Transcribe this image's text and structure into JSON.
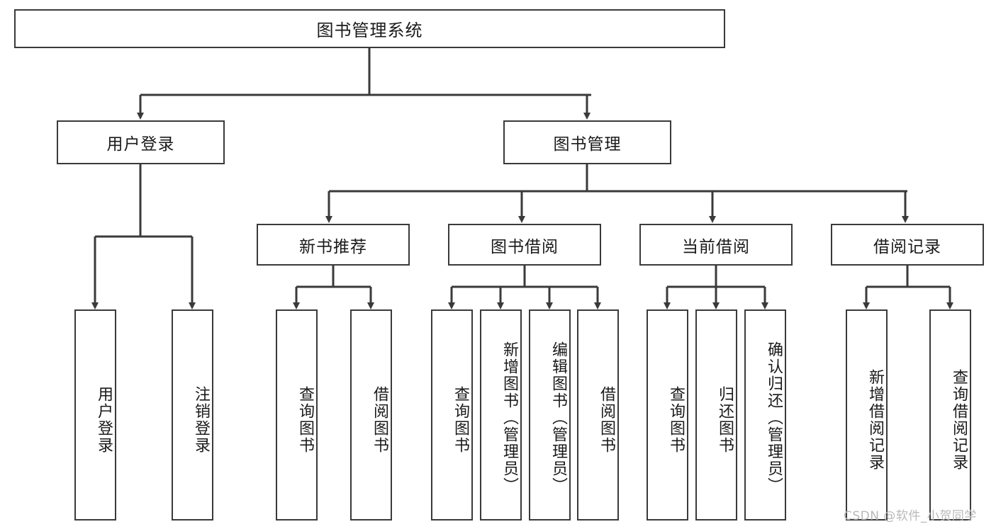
{
  "diagram": {
    "title_node": {
      "label": "图书管理系统"
    },
    "level2": [
      {
        "label": "用户登录"
      },
      {
        "label": "图书管理"
      }
    ],
    "level3": [
      {
        "label": "新书推荐"
      },
      {
        "label": "图书借阅"
      },
      {
        "label": "当前借阅"
      },
      {
        "label": "借阅记录"
      }
    ],
    "leaves": {
      "user_login": [
        {
          "label": "用户登录"
        },
        {
          "label": "注销登录"
        }
      ],
      "new_book_recommend": [
        {
          "label": "查询图书"
        },
        {
          "label": "借阅图书"
        }
      ],
      "book_borrow": [
        {
          "label": "查询图书"
        },
        {
          "label": "新增图书（管理员）"
        },
        {
          "label": "编辑图书（管理员）"
        },
        {
          "label": "借阅图书"
        }
      ],
      "current_borrow": [
        {
          "label": "查询图书"
        },
        {
          "label": "归还图书"
        },
        {
          "label": "确认归还（管理员）"
        }
      ],
      "borrow_record": [
        {
          "label": "新增借阅记录"
        },
        {
          "label": "查询借阅记录"
        }
      ]
    }
  },
  "watermark": {
    "text": "CSDN @软件_小贺同学"
  },
  "colors": {
    "stroke": "#3a3a3a",
    "background": "#ffffff",
    "text": "#1a1a1a",
    "watermark": "#b9b9b9"
  }
}
